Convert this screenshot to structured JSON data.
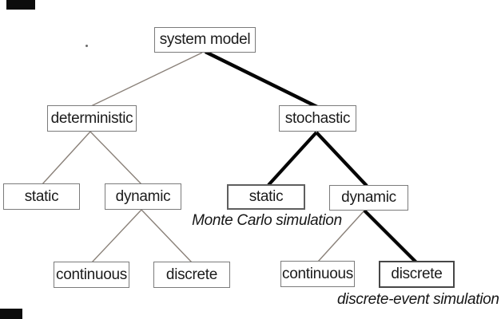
{
  "diagram": {
    "nodes": {
      "system_model": {
        "label": "system model"
      },
      "deterministic": {
        "label": "deterministic"
      },
      "stochastic": {
        "label": "stochastic"
      },
      "det_static": {
        "label": "static"
      },
      "det_dynamic": {
        "label": "dynamic"
      },
      "det_continuous": {
        "label": "continuous"
      },
      "det_discrete": {
        "label": "discrete"
      },
      "sto_static": {
        "label": "static"
      },
      "sto_dynamic": {
        "label": "dynamic"
      },
      "sto_continuous": {
        "label": "continuous"
      },
      "sto_discrete": {
        "label": "discrete"
      }
    },
    "annotations": {
      "monte_carlo": {
        "label": "Monte Carlo simulation"
      },
      "discrete_event": {
        "label": "discrete-event simulation"
      }
    },
    "edges": [
      {
        "from": "system_model",
        "to": "deterministic",
        "emphasis": "normal"
      },
      {
        "from": "system_model",
        "to": "stochastic",
        "emphasis": "bold"
      },
      {
        "from": "deterministic",
        "to": "det_static",
        "emphasis": "normal"
      },
      {
        "from": "deterministic",
        "to": "det_dynamic",
        "emphasis": "normal"
      },
      {
        "from": "det_dynamic",
        "to": "det_continuous",
        "emphasis": "normal"
      },
      {
        "from": "det_dynamic",
        "to": "det_discrete",
        "emphasis": "normal"
      },
      {
        "from": "stochastic",
        "to": "sto_static",
        "emphasis": "bold"
      },
      {
        "from": "stochastic",
        "to": "sto_dynamic",
        "emphasis": "bold"
      },
      {
        "from": "sto_dynamic",
        "to": "sto_continuous",
        "emphasis": "normal"
      },
      {
        "from": "sto_dynamic",
        "to": "sto_discrete",
        "emphasis": "bold"
      }
    ],
    "colors": {
      "background": "#ffffff",
      "box_border": "#7b7b7b",
      "text": "#1b1b1b",
      "edge_thin": "#8a8179",
      "edge_bold": "#050505"
    }
  }
}
